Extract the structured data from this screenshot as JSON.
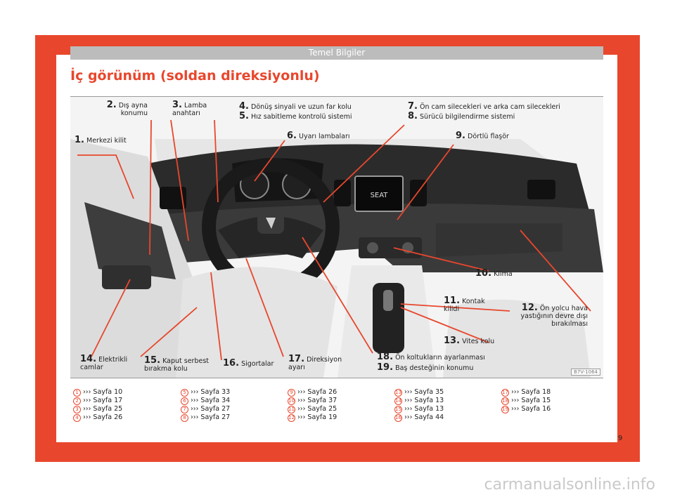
{
  "header": {
    "section": "Temel Bilgiler"
  },
  "title": "İç görünüm (soldan direksiyonlu)",
  "figure_code": "B7V-1064",
  "callouts": [
    {
      "n": "1.",
      "text": "Merkezi kilit"
    },
    {
      "n": "2.",
      "text": "Dış ayna konumu"
    },
    {
      "n": "3.",
      "text": "Lamba anahtarı"
    },
    {
      "n": "4.",
      "text": "Dönüş sinyali ve uzun far kolu"
    },
    {
      "n": "5.",
      "text": "Hız sabitleme kontrolü sistemi"
    },
    {
      "n": "6.",
      "text": "Uyarı lambaları"
    },
    {
      "n": "7.",
      "text": "Ön cam silecekleri ve arka cam silecekleri"
    },
    {
      "n": "8.",
      "text": "Sürücü bilgilendirme sistemi"
    },
    {
      "n": "9.",
      "text": "Dörtlü flaşör"
    },
    {
      "n": "10.",
      "text": "Klima"
    },
    {
      "n": "11.",
      "text": "Kontak kilidi"
    },
    {
      "n": "12.",
      "text": "Ön yolcu hava yastığının devre dışı bırakılması"
    },
    {
      "n": "13.",
      "text": "Vites kolu"
    },
    {
      "n": "14.",
      "text": "Elektrikli camlar"
    },
    {
      "n": "15.",
      "text": "Kaput serbest bırakma kolu"
    },
    {
      "n": "16.",
      "text": "Sigortalar"
    },
    {
      "n": "17.",
      "text": "Direksiyon ayarı"
    },
    {
      "n": "18.",
      "text": "Ön koltukların ayarlanması"
    },
    {
      "n": "19.",
      "text": "Baş desteğinin konumu"
    }
  ],
  "display": {
    "brand": "SEAT"
  },
  "refs": [
    {
      "n": "1",
      "text": "››› Sayfa 10"
    },
    {
      "n": "2",
      "text": "››› Sayfa 17"
    },
    {
      "n": "3",
      "text": "››› Sayfa 25"
    },
    {
      "n": "4",
      "text": "››› Sayfa 26"
    },
    {
      "n": "5",
      "text": "››› Sayfa 33"
    },
    {
      "n": "6",
      "text": "››› Sayfa 34"
    },
    {
      "n": "7",
      "text": "››› Sayfa 27"
    },
    {
      "n": "8",
      "text": "››› Sayfa 27"
    },
    {
      "n": "9",
      "text": "››› Sayfa 26"
    },
    {
      "n": "10",
      "text": "››› Sayfa 37"
    },
    {
      "n": "11",
      "text": "››› Sayfa 25"
    },
    {
      "n": "12",
      "text": "››› Sayfa 19"
    },
    {
      "n": "13",
      "text": "››› Sayfa 35"
    },
    {
      "n": "14",
      "text": "››› Sayfa 13"
    },
    {
      "n": "15",
      "text": "››› Sayfa 13"
    },
    {
      "n": "16",
      "text": "››› Sayfa 44"
    },
    {
      "n": "17",
      "text": "››› Sayfa 18"
    },
    {
      "n": "18",
      "text": "››› Sayfa 15"
    },
    {
      "n": "19",
      "text": "››› Sayfa 16"
    }
  ],
  "page_number": "9",
  "watermark": "carmanualsonline.info",
  "colors": {
    "accent": "#e8472d",
    "header_bar": "#bcbcbc"
  }
}
